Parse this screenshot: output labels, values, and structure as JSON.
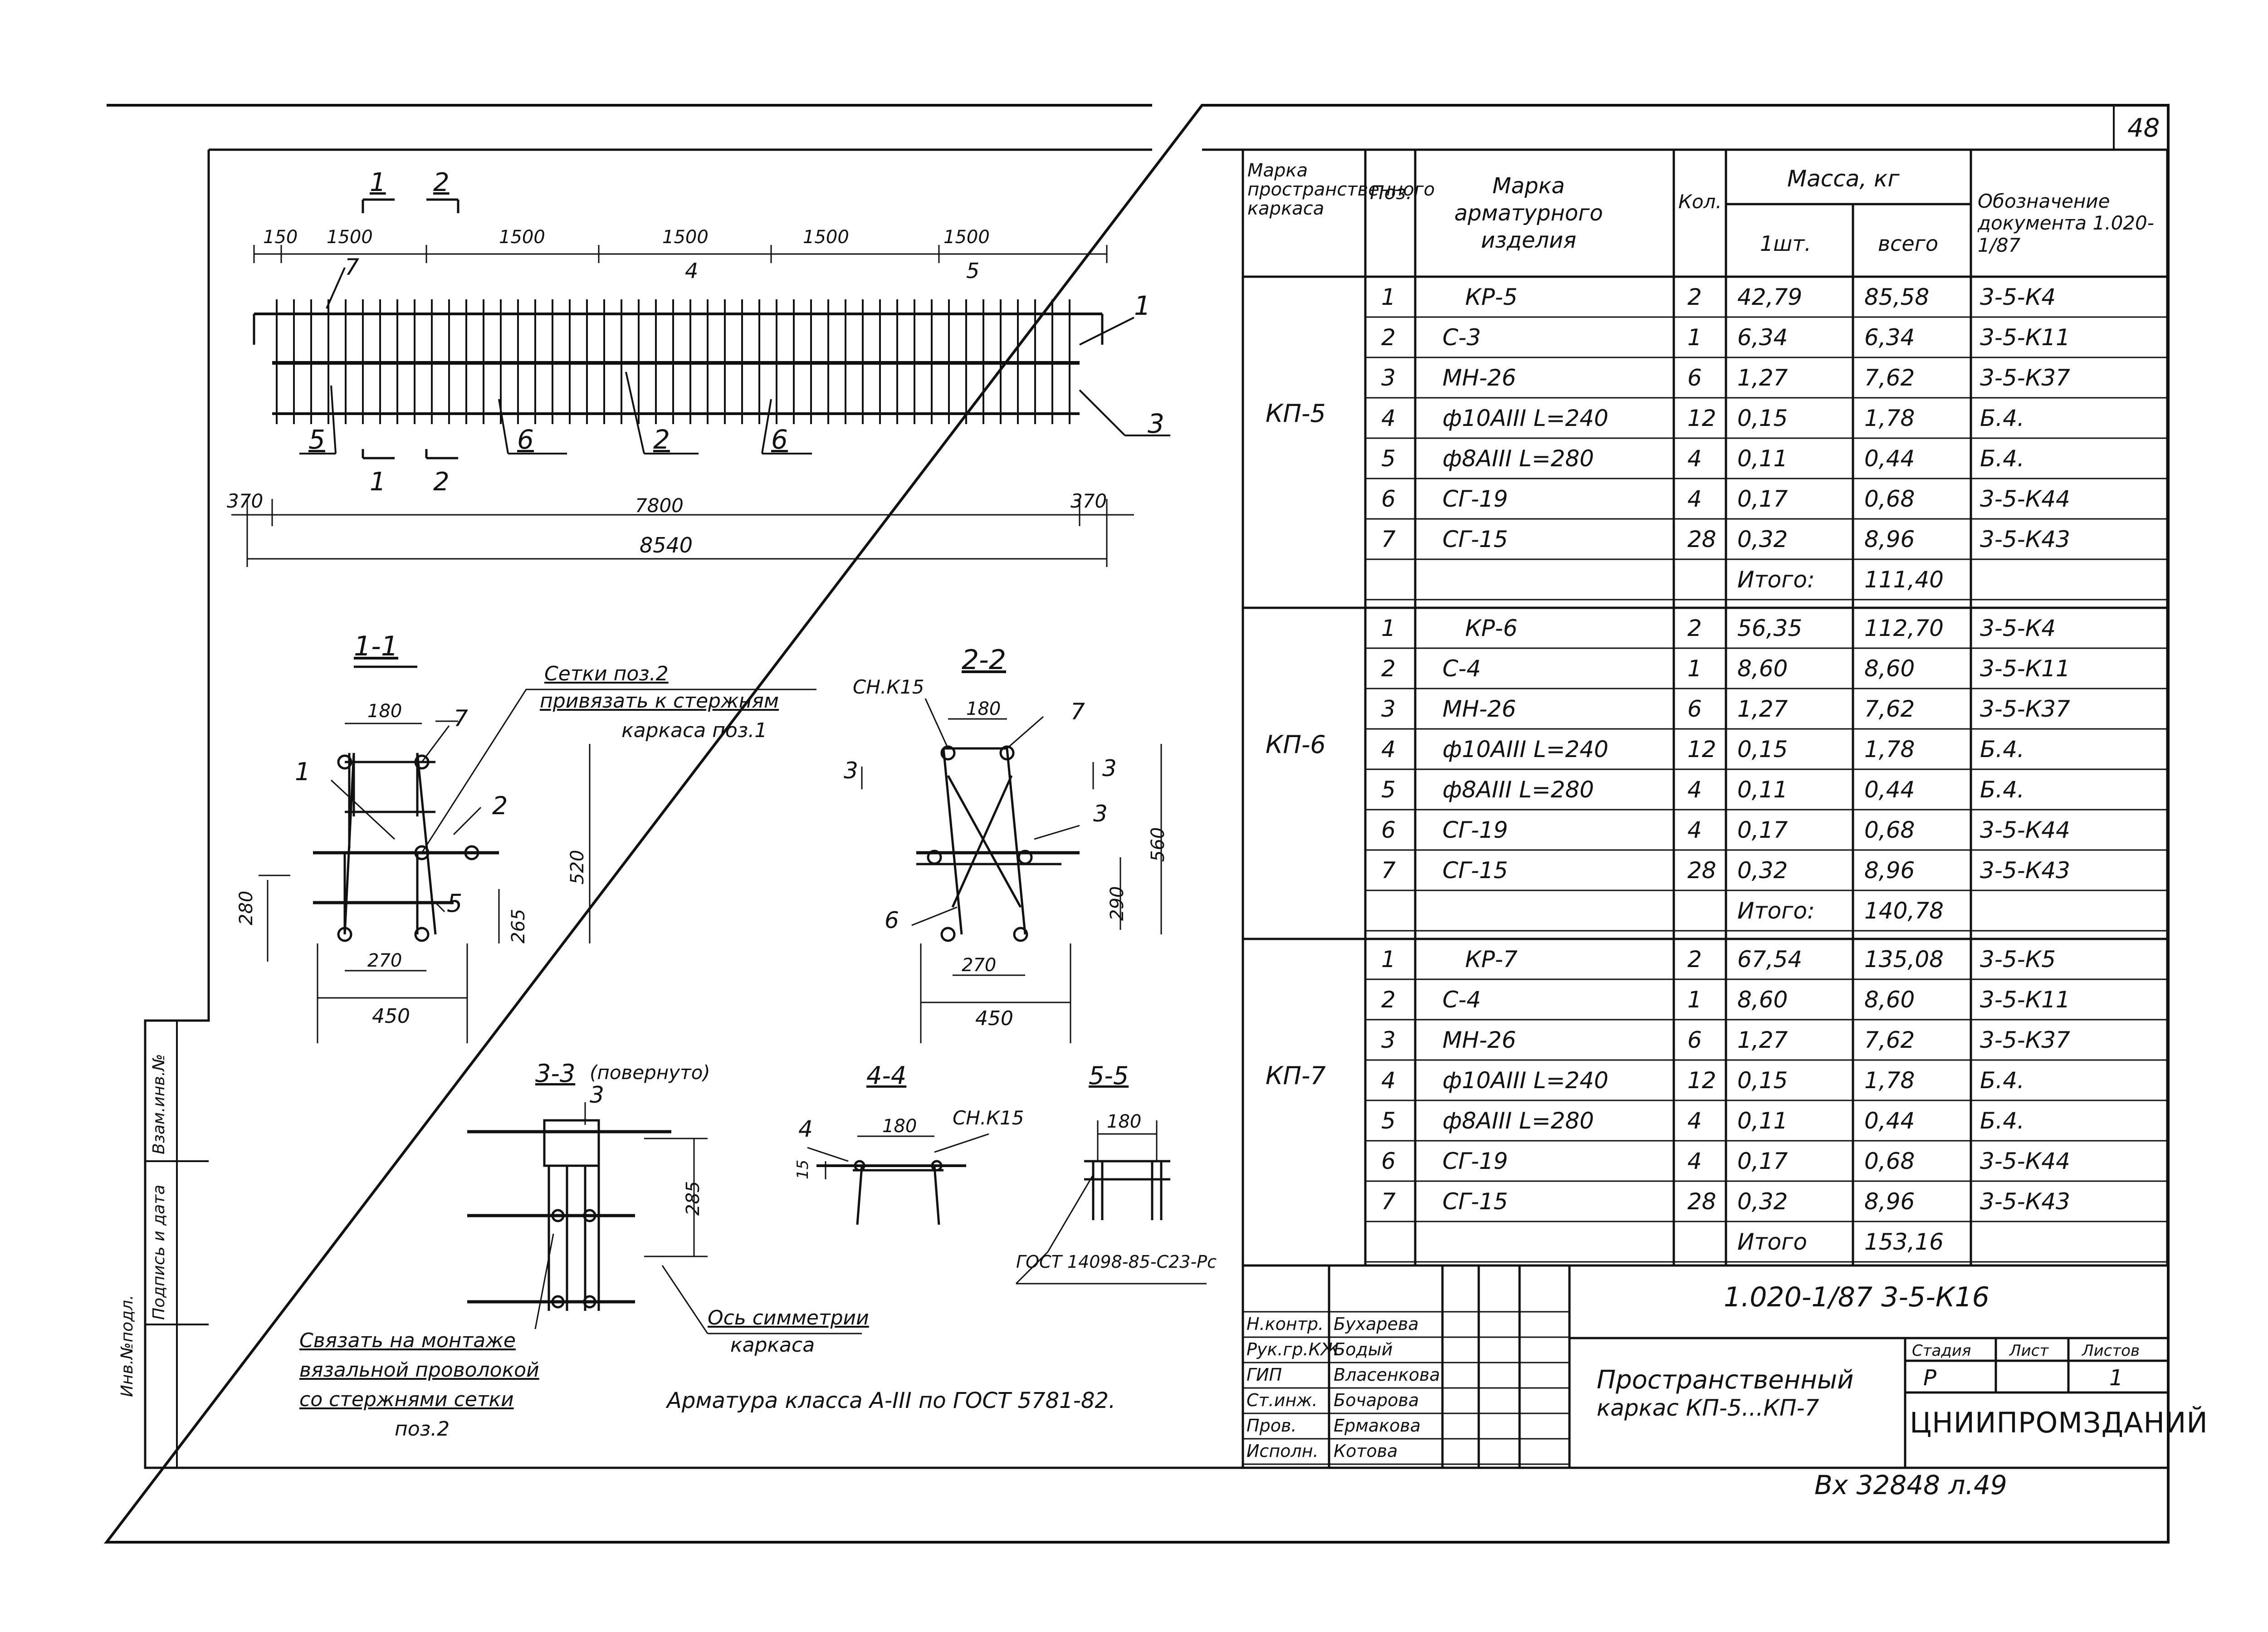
{
  "sheet": {
    "page_number": "48",
    "archive_note": "Вх 32848 л.49",
    "general_note": "Арматура класса А-III по ГОСТ 5781-82.",
    "binding_note": [
      "Связать на монтаже",
      "вязальной проволокой",
      "со стержнями сетки",
      "поз.2"
    ],
    "symmetry_axis_note": [
      "Ось симметрии",
      "каркаса"
    ],
    "welding_note": "ГОСТ 14098-85-С23-Рс",
    "side_stamp": [
      "Инв.№подл.",
      "Подпись и дата",
      "Взам.инв.№"
    ]
  },
  "elevation": {
    "section_marks": [
      "1",
      "2",
      "1",
      "2",
      "4",
      "5"
    ],
    "position_marks": [
      "1",
      "2",
      "3",
      "5",
      "6",
      "6",
      "7"
    ],
    "dimensions_top": [
      "150",
      "1500",
      "1500",
      "1500",
      "1500",
      "1500"
    ],
    "dimensions_bottom": [
      "370",
      "7800",
      "370",
      "8540"
    ]
  },
  "sections": {
    "s11": {
      "title": "1-1",
      "note": [
        "Сетки поз.2",
        "привязать к стержням",
        "каркаса поз.1"
      ],
      "dims": [
        "180",
        "280",
        "265",
        "520",
        "270",
        "450"
      ],
      "marks": [
        "7",
        "1",
        "2",
        "5"
      ]
    },
    "s22": {
      "title": "2-2",
      "dims": [
        "180",
        "290",
        "560",
        "270",
        "450"
      ],
      "marks": [
        "СН.К15",
        "7",
        "3",
        "3",
        "3",
        "6"
      ]
    },
    "s33": {
      "title": "3-3",
      "subtitle": "(повернуто)",
      "dims": [
        "285"
      ],
      "marks": [
        "3"
      ]
    },
    "s44": {
      "title": "4-4",
      "dims": [
        "180",
        "15"
      ],
      "marks": [
        "4",
        "СН.К15"
      ]
    },
    "s55": {
      "title": "5-5",
      "dims": [
        "180"
      ]
    }
  },
  "spec_table": {
    "headers": {
      "frame_mark": "Марка пространственного каркаса",
      "pos": "Поз.",
      "item_mark": "Марка арматурного изделия",
      "qty": "Кол.",
      "mass": "Масса, кг",
      "mass_unit": "1шт.",
      "mass_total": "всего",
      "designation": "Обозначение документа 1.020-1/87"
    },
    "groups": [
      {
        "frame": "КП-5",
        "rows": [
          {
            "pos": "1",
            "mark": "КР-5",
            "qty": "2",
            "unit": "42,79",
            "total": "85,58",
            "doc": "3-5-К4"
          },
          {
            "pos": "2",
            "mark": "С-3",
            "qty": "1",
            "unit": "6,34",
            "total": "6,34",
            "doc": "3-5-К11"
          },
          {
            "pos": "3",
            "mark": "МН-26",
            "qty": "6",
            "unit": "1,27",
            "total": "7,62",
            "doc": "3-5-К37"
          },
          {
            "pos": "4",
            "mark": "ф10АIII L=240",
            "qty": "12",
            "unit": "0,15",
            "total": "1,78",
            "doc": "Б.4."
          },
          {
            "pos": "5",
            "mark": "ф8АIII L=280",
            "qty": "4",
            "unit": "0,11",
            "total": "0,44",
            "doc": "Б.4."
          },
          {
            "pos": "6",
            "mark": "СГ-19",
            "qty": "4",
            "unit": "0,17",
            "total": "0,68",
            "doc": "3-5-К44"
          },
          {
            "pos": "7",
            "mark": "СГ-15",
            "qty": "28",
            "unit": "0,32",
            "total": "8,96",
            "doc": "3-5-К43"
          }
        ],
        "total_label": "Итого:",
        "total": "111,40"
      },
      {
        "frame": "КП-6",
        "rows": [
          {
            "pos": "1",
            "mark": "КР-6",
            "qty": "2",
            "unit": "56,35",
            "total": "112,70",
            "doc": "3-5-К4"
          },
          {
            "pos": "2",
            "mark": "С-4",
            "qty": "1",
            "unit": "8,60",
            "total": "8,60",
            "doc": "3-5-К11"
          },
          {
            "pos": "3",
            "mark": "МН-26",
            "qty": "6",
            "unit": "1,27",
            "total": "7,62",
            "doc": "3-5-К37"
          },
          {
            "pos": "4",
            "mark": "ф10АIII L=240",
            "qty": "12",
            "unit": "0,15",
            "total": "1,78",
            "doc": "Б.4."
          },
          {
            "pos": "5",
            "mark": "ф8АIII L=280",
            "qty": "4",
            "unit": "0,11",
            "total": "0,44",
            "doc": "Б.4."
          },
          {
            "pos": "6",
            "mark": "СГ-19",
            "qty": "4",
            "unit": "0,17",
            "total": "0,68",
            "doc": "3-5-К44"
          },
          {
            "pos": "7",
            "mark": "СГ-15",
            "qty": "28",
            "unit": "0,32",
            "total": "8,96",
            "doc": "3-5-К43"
          }
        ],
        "total_label": "Итого:",
        "total": "140,78"
      },
      {
        "frame": "КП-7",
        "rows": [
          {
            "pos": "1",
            "mark": "КР-7",
            "qty": "2",
            "unit": "67,54",
            "total": "135,08",
            "doc": "3-5-К5"
          },
          {
            "pos": "2",
            "mark": "С-4",
            "qty": "1",
            "unit": "8,60",
            "total": "8,60",
            "doc": "3-5-К11"
          },
          {
            "pos": "3",
            "mark": "МН-26",
            "qty": "6",
            "unit": "1,27",
            "total": "7,62",
            "doc": "3-5-К37"
          },
          {
            "pos": "4",
            "mark": "ф10АIII L=240",
            "qty": "12",
            "unit": "0,15",
            "total": "1,78",
            "doc": "Б.4."
          },
          {
            "pos": "5",
            "mark": "ф8АIII L=280",
            "qty": "4",
            "unit": "0,11",
            "total": "0,44",
            "doc": "Б.4."
          },
          {
            "pos": "6",
            "mark": "СГ-19",
            "qty": "4",
            "unit": "0,17",
            "total": "0,68",
            "doc": "3-5-К44"
          },
          {
            "pos": "7",
            "mark": "СГ-15",
            "qty": "28",
            "unit": "0,32",
            "total": "8,96",
            "doc": "3-5-К43"
          }
        ],
        "total_label": "Итого",
        "total": "153,16"
      }
    ]
  },
  "title_block": {
    "doc_code": "1.020-1/87 3-5-К16",
    "title_line1": "Пространственный",
    "title_line2": "каркас КП-5...КП-7",
    "stage_label": "Стадия",
    "sheet_label": "Лист",
    "sheets_label": "Листов",
    "stage": "Р",
    "sheets": "1",
    "organization": "ЦНИИПРОМЗДАНИЙ",
    "staff": [
      {
        "role": "Н.контр.",
        "name": "Бухарева"
      },
      {
        "role": "Рук.гр.КЖ",
        "name": "Бодый"
      },
      {
        "role": "ГИП",
        "name": "Власенкова"
      },
      {
        "role": "Ст.инж.",
        "name": "Бочарова"
      },
      {
        "role": "Пров.",
        "name": "Ермакова"
      },
      {
        "role": "Исполн.",
        "name": "Котова"
      }
    ]
  }
}
